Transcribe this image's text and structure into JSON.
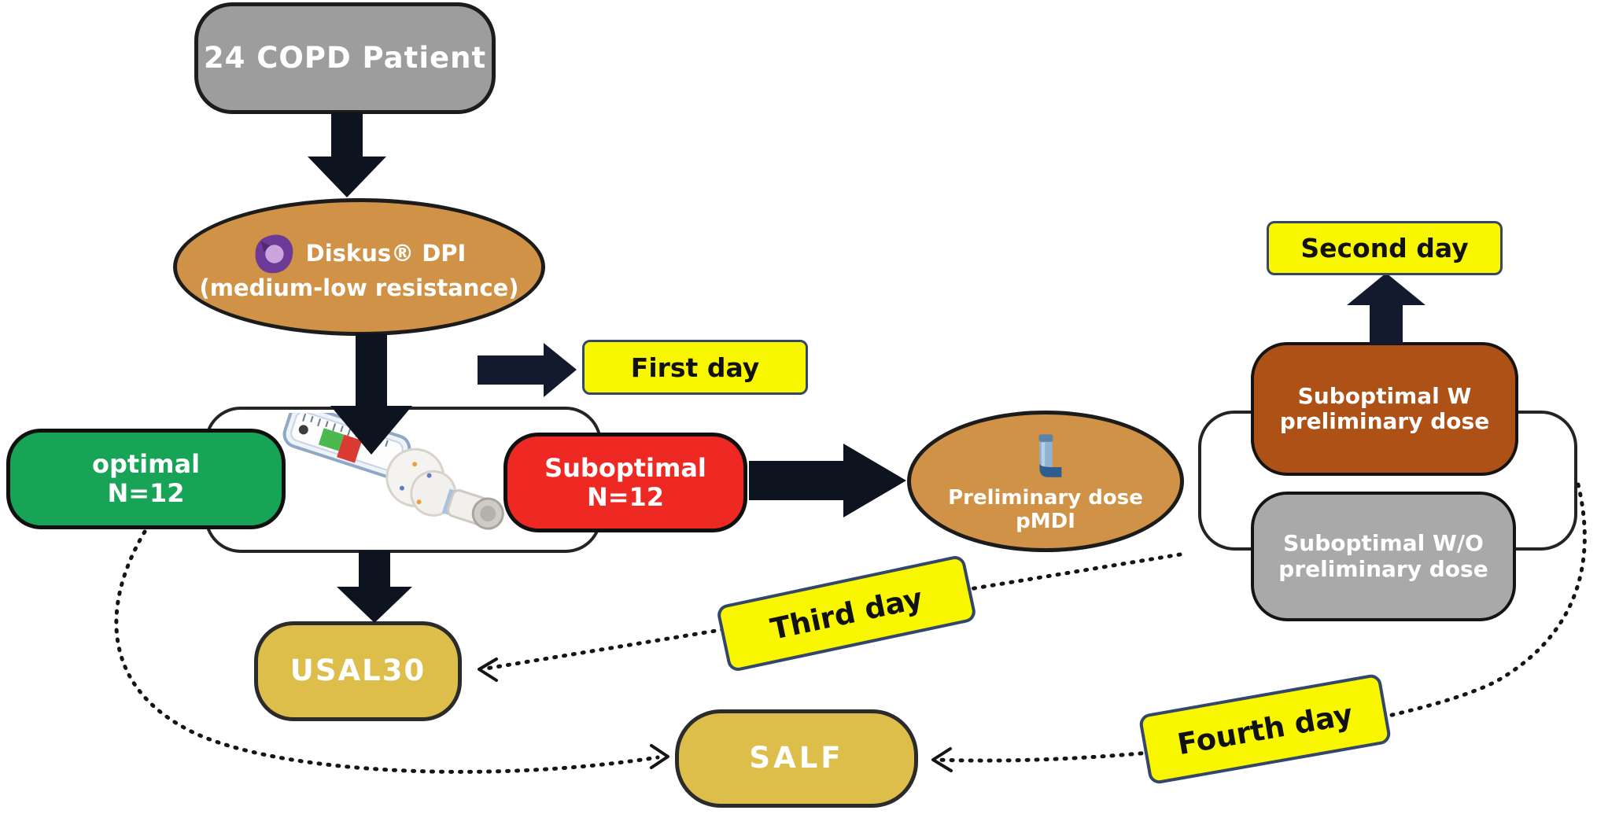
{
  "nodes": {
    "patients": {
      "label": "24 COPD Patient"
    },
    "diskus": {
      "line1": "Diskus® DPI",
      "line2": "(medium-low resistance)"
    },
    "optimal": {
      "line1": "optimal",
      "line2": "N=12"
    },
    "suboptimal": {
      "line1": "Suboptimal",
      "line2": "N=12"
    },
    "preliminary_dose": {
      "line1": "Preliminary dose",
      "line2": "pMDI"
    },
    "suboptimal_with": {
      "line1": "Suboptimal W",
      "line2": "preliminary dose"
    },
    "suboptimal_without": {
      "line1": "Suboptimal W/O",
      "line2": "preliminary dose"
    },
    "usal30": {
      "label": "USAL30"
    },
    "salf": {
      "label": "SALF"
    }
  },
  "day_labels": {
    "first": "First day",
    "second": "Second day",
    "third": "Third day",
    "fourth": "Fourth day"
  },
  "icons": {
    "diskus_icon": "purple-diskus-disc-icon",
    "pmdi_icon": "blue-pmdi-inhaler-icon",
    "flow_meter": "in-check-dial-flow-meter-photo"
  },
  "colors": {
    "background": "#ffffff",
    "node_gray": "#9d9d9d",
    "node_gray_light": "#a9a9a9",
    "node_tan": "#cf9247",
    "node_green": "#17a457",
    "node_red": "#ee2823",
    "node_brown": "#ad5117",
    "node_gold": "#ddbe4a",
    "label_yellow": "#f8f700",
    "label_border_navy": "#33466b",
    "arrow_black": "#0e1320",
    "text_white": "#ffffff",
    "text_black": "#111111"
  }
}
